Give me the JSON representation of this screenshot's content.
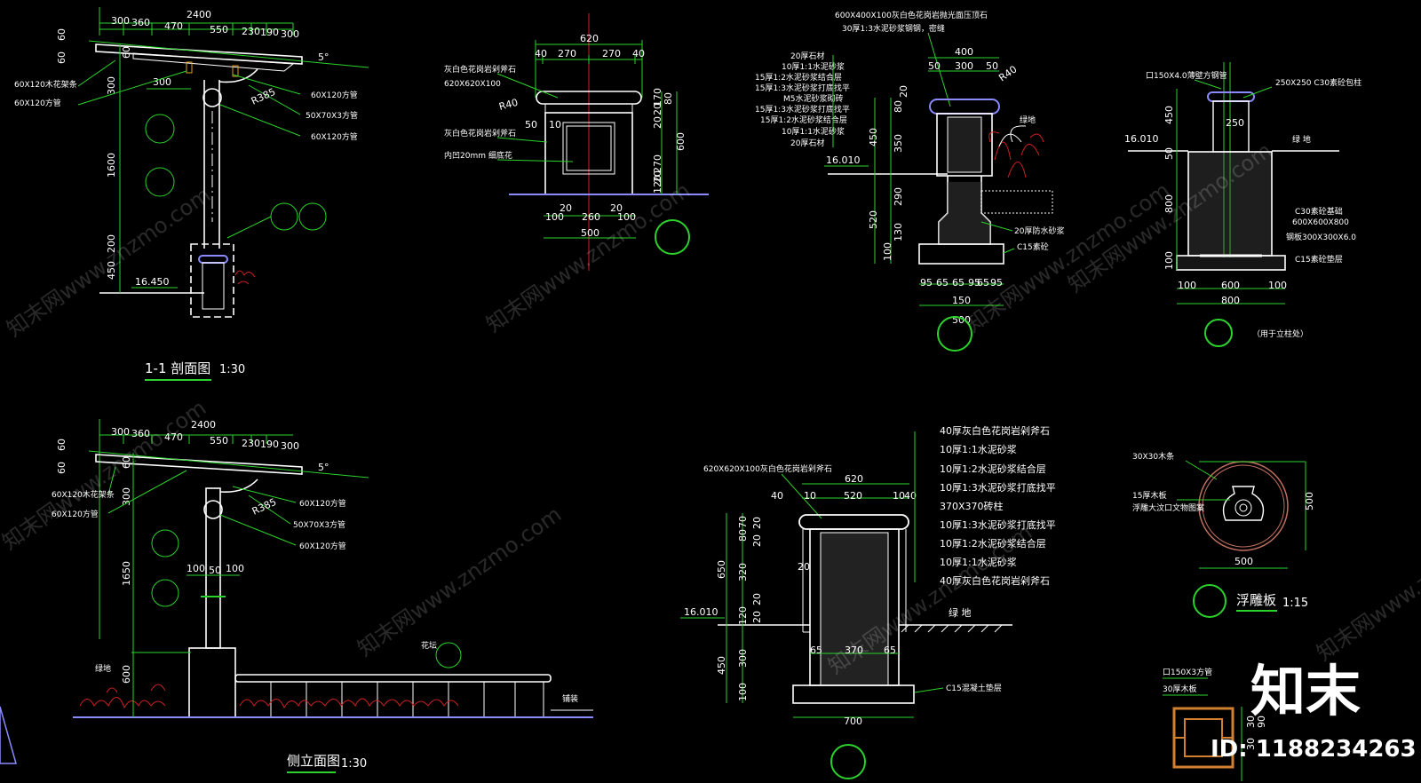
{
  "colors": {
    "background": "#000000",
    "dimension": "#2bd22b",
    "outline": "#ffffff",
    "accent_blue": "#8a8aff",
    "plant": "#d02020"
  },
  "s1": {
    "dims_top": [
      "300",
      "360",
      "470",
      "550",
      "230",
      "190",
      "300"
    ],
    "total": "2400",
    "angle": "5°",
    "dims_left": [
      "60",
      "60",
      "60",
      "300",
      "1600",
      "200",
      "450"
    ],
    "notes_left": [
      "60X120木花架条",
      "60X120方管"
    ],
    "notes_right": [
      "60X120方管",
      "50X70X3方管",
      "60X120方管"
    ],
    "r385": "R385",
    "d300": "300",
    "elev": "16.450",
    "title": "1-1 剖面图",
    "scale": "1:30"
  },
  "s2": {
    "dims_top": [
      "620",
      "40",
      "270",
      "270",
      "40"
    ],
    "notes": [
      "灰白色花岗岩剁斧石",
      "620X620X100",
      "灰白色花岗岩剁斧石",
      "内凹20mm 细底花"
    ],
    "r40": "R40",
    "d50": "50",
    "d10": "10",
    "dims_right": [
      "20",
      "20",
      "170",
      "80",
      "600",
      "270",
      "20",
      "120"
    ],
    "dims_bottom": [
      "100",
      "20",
      "260",
      "20",
      "100"
    ],
    "total_bottom": "500"
  },
  "s3": {
    "top_note": [
      "600X400X100灰白色花岗岩抛光面压顶石",
      "30厚1:3水泥砂浆钢钢，密缝"
    ],
    "layers": [
      "20厚石材",
      "10厚1:1水泥砂浆",
      "15厚1:2水泥砂浆结合层",
      "15厚1:3水泥砂浆打底找平",
      "M5水泥砂浆砌砖",
      "15厚1:3水泥砂浆打底找平",
      "15厚1:2水泥砂浆结合层",
      "10厚1:1水泥砂浆",
      "20厚石材"
    ],
    "dims_top": [
      "400",
      "50",
      "300",
      "50"
    ],
    "r40": "R40",
    "dims_left": [
      "20",
      "80",
      "450",
      "350",
      "520",
      "290",
      "130",
      "100"
    ],
    "elev": "16.010",
    "green": "绿地",
    "waterproof": "20厚防水砂浆",
    "c15": "C15素砼",
    "dims_bottom": [
      "95",
      "65",
      "65",
      "95",
      "65",
      "95"
    ],
    "d150": "150",
    "total_bottom": "500"
  },
  "s4": {
    "notes": [
      "口150X4.0薄壁方钢管",
      "250X250 C30素砼包柱",
      "C30素砼基础",
      "600X600X800",
      "钢板300X300X6.0",
      "C15素砼垫层"
    ],
    "dims_left": [
      "450",
      "50",
      "800",
      "100"
    ],
    "d250": "250",
    "elev": "16.010",
    "green": "绿  地",
    "dims_bottom": [
      "100",
      "600",
      "100"
    ],
    "total_bottom": "800",
    "caption": "（用于立柱处）"
  },
  "s5": {
    "dims_top": [
      "300",
      "360",
      "470",
      "550",
      "230",
      "190",
      "300"
    ],
    "total": "2400",
    "angle": "5°",
    "dims_left": [
      "60",
      "60",
      "60",
      "300",
      "1650",
      "600"
    ],
    "notes_left": [
      "60X120木花架条",
      "60X120方管"
    ],
    "notes_right": [
      "60X120方管",
      "50X70X3方管",
      "60X120方管"
    ],
    "r385": "R385",
    "dims_mid": [
      "100",
      "50",
      "100"
    ],
    "green": "绿地",
    "planter": "花坛",
    "paving": "铺装",
    "title": "侧立面图",
    "scale": "1:30"
  },
  "s6": {
    "top_note": "620X620X100灰白色花岗岩剁斧石",
    "layers": [
      "40厚灰白色花岗岩剁斧石",
      "10厚1:1水泥砂浆",
      "10厚1:2水泥砂浆结合层",
      "10厚1:3水泥砂浆打底找平",
      "370X370砖柱",
      "10厚1:3水泥砂浆打底找平",
      "10厚1:2水泥砂浆结合层",
      "10厚1:1水泥砂浆",
      "40厚灰白色花岗岩剁斧石"
    ],
    "dims_top": [
      "620",
      "40",
      "10",
      "520",
      "10",
      "40"
    ],
    "dims_left": [
      "70",
      "80",
      "20",
      "20",
      "650",
      "320",
      "20",
      "20",
      "120",
      "300",
      "450",
      "100"
    ],
    "d20": "20",
    "elev": "16.010",
    "green": "绿  地",
    "dims_bottom_inner": [
      "65",
      "370",
      "65"
    ],
    "c15": "C15混凝土垫层",
    "total_bottom": "700"
  },
  "s7": {
    "notes": [
      "30X30木条",
      "15厚木板",
      "浮雕大汶口文物图案"
    ],
    "d500h": "500",
    "d500w": "500",
    "title": "浮雕板",
    "scale": "1:15"
  },
  "s8": {
    "notes": [
      "口150X3方管",
      "30厚木板"
    ],
    "dims": [
      "30",
      "30",
      "90"
    ]
  },
  "brand": {
    "logo": "知末",
    "id": "ID: 1188234263"
  },
  "watermark": [
    "知末网www.znzmo.com",
    "知末网www.znzmo.com",
    "知末网www.znzmo.com",
    "知末网www.znzmo.com",
    "知末网www.znzmo.com",
    "知末网www.znzmo.com",
    "知末网www.znzmo.com",
    "知末网www.znzmo.com"
  ]
}
